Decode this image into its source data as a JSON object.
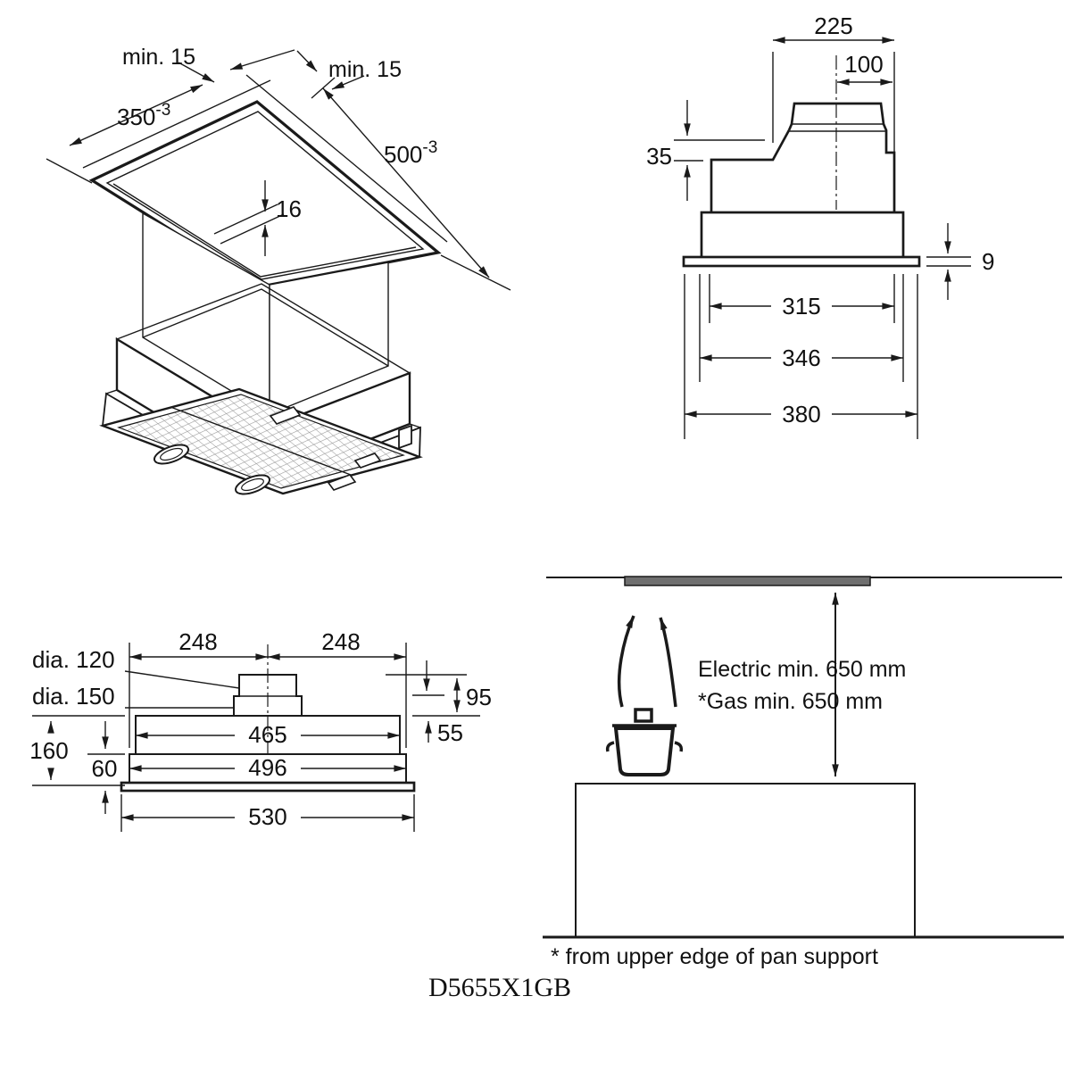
{
  "colors": {
    "line": "#1a1a1a",
    "hood_panel_gray": "#6f6f6f",
    "mesh_gray": "#999999"
  },
  "cutout_view": {
    "clearance_left": "min. 15",
    "clearance_right": "min. 15",
    "width": "350",
    "width_tolerance": "-3",
    "depth": "500",
    "depth_tolerance": "-3",
    "panel_thickness": "16"
  },
  "front_view": {
    "top_width": "225",
    "duct_offset": "100",
    "protrusion": "35",
    "flange_thickness": "9",
    "inner_width": "315",
    "mid_width": "346",
    "outer_width": "380"
  },
  "side_view": {
    "duct_diameter_top": "dia. 120",
    "duct_diameter_base": "dia. 150",
    "half_width_left": "248",
    "half_width_right": "248",
    "duct_height": "95",
    "shoulder_height": "55",
    "total_height": "160",
    "lower_height": "60",
    "body_width": "465",
    "lower_width": "496",
    "plate_width": "530"
  },
  "installation_view": {
    "electric_clearance": "Electric min. 650 mm",
    "gas_clearance": "*Gas min. 650 mm"
  },
  "footnote": "* from upper edge of pan support",
  "model_number": "D5655X1GB"
}
